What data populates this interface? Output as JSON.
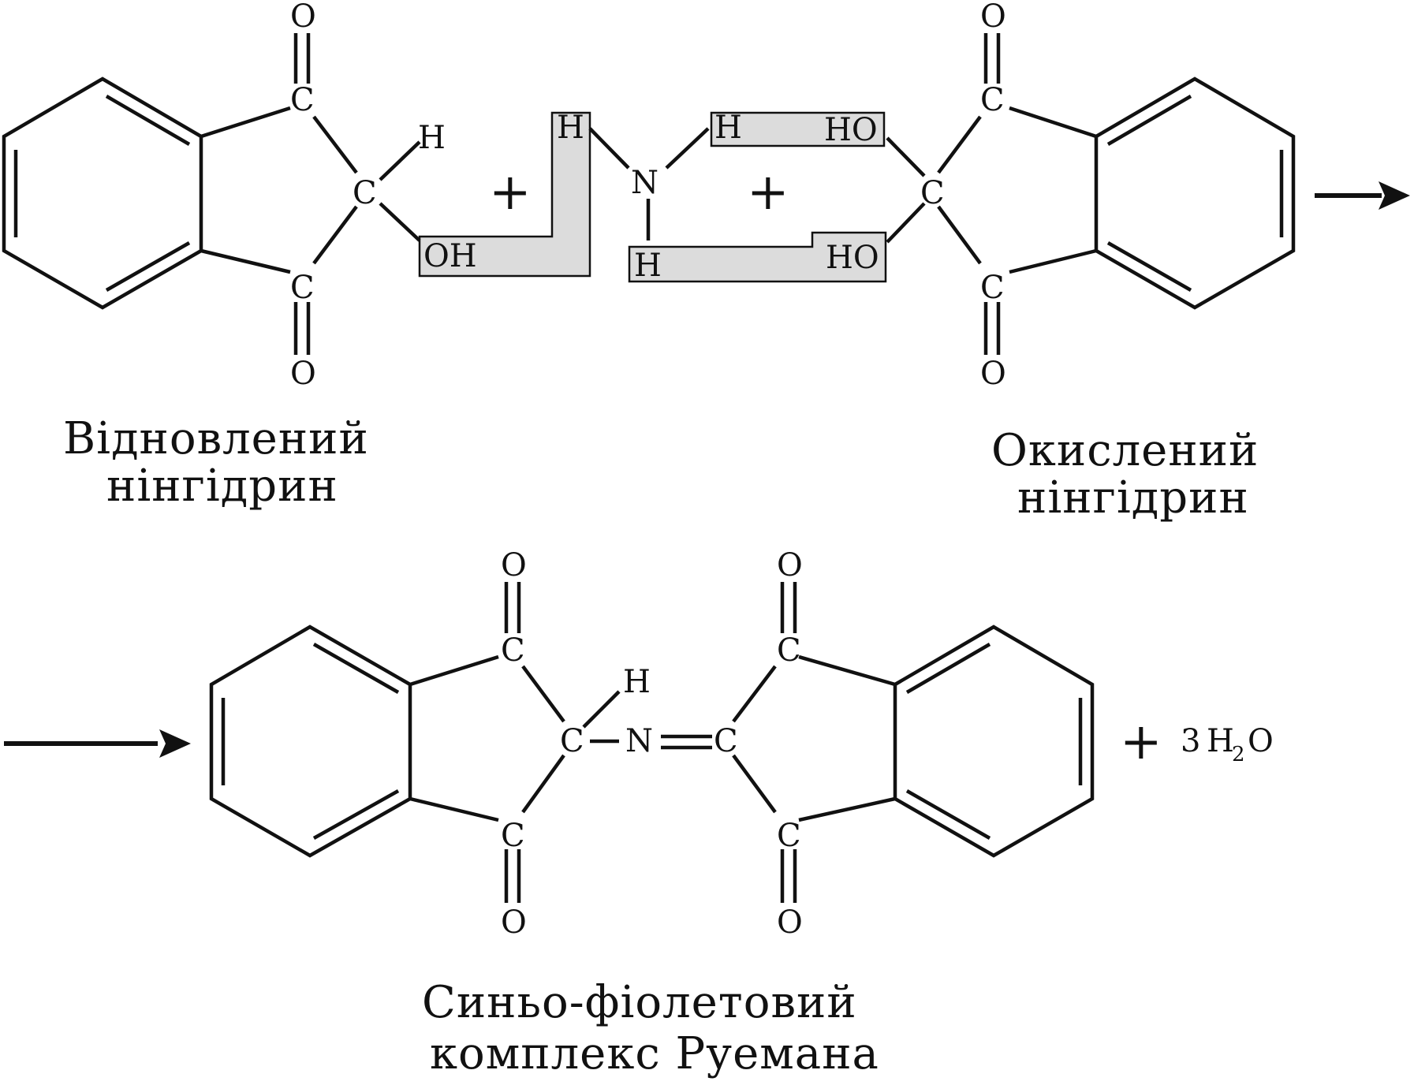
{
  "atoms": {
    "O": "O",
    "C": "C",
    "H": "H",
    "N": "N",
    "OH": "OH",
    "HO": "HO",
    "coef": "3",
    "water_H": "H",
    "water_sub": "2",
    "water_O": "O"
  },
  "operators": {
    "plus": "+"
  },
  "captions": {
    "reduced_line1": "Відновлений",
    "reduced_line2": "нінгідрин",
    "oxidized_line1": "Окислений",
    "oxidized_line2": "нінгідрин",
    "product_line1": "Синьо-фіолетовий",
    "product_line2": "комплекс Руемана"
  },
  "colors": {
    "ink": "#111111",
    "highlight": "#dcdcdc"
  }
}
